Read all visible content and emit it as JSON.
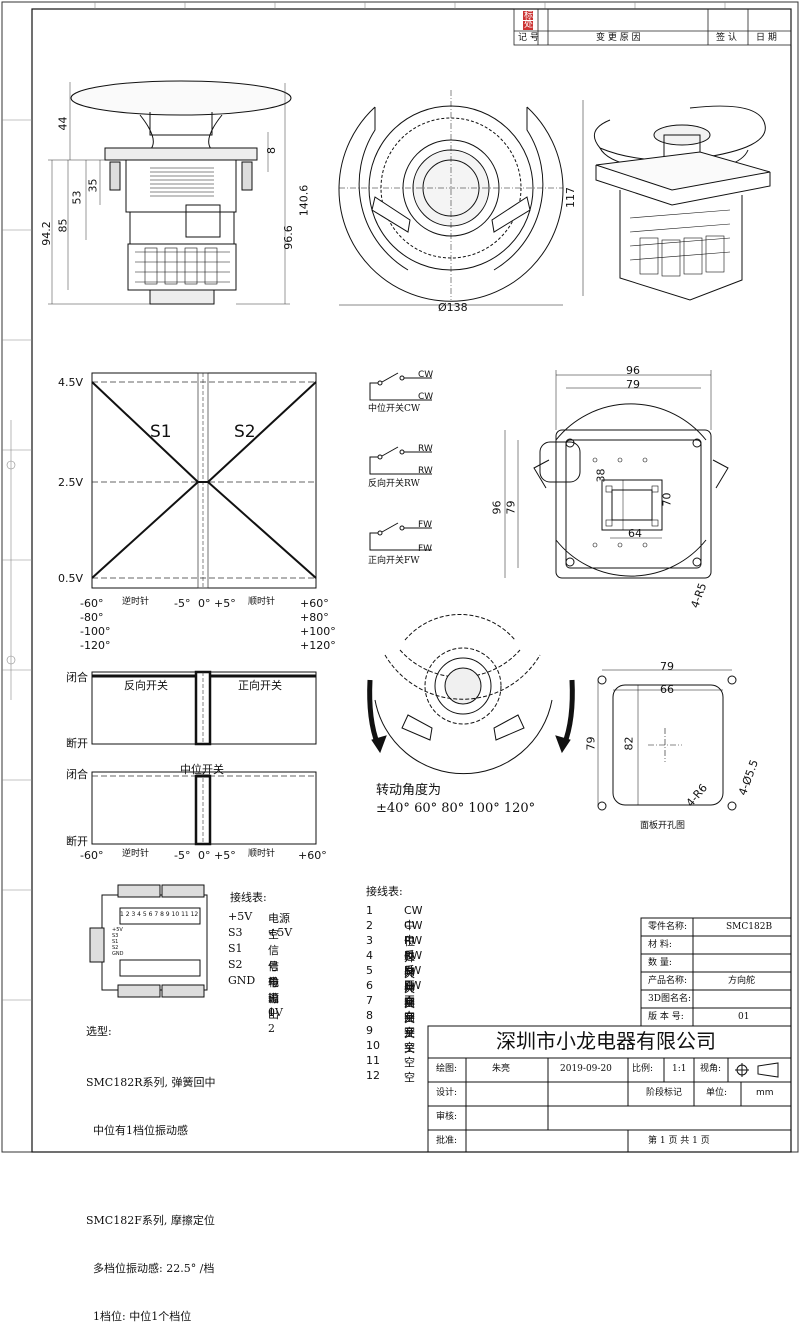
{
  "revision_block": {
    "markers": [
      "标",
      "处"
    ],
    "headers": [
      "记 号",
      "变 更 原 因",
      "签 认",
      "日 期"
    ]
  },
  "top_views": {
    "front_dims": [
      "44",
      "8",
      "35",
      "53",
      "85",
      "94.2",
      "96.6",
      "140.6"
    ],
    "top_dims": [
      "117",
      "Ø138"
    ]
  },
  "voltage_graph": {
    "y_labels": [
      "4.5V",
      "2.5V",
      "0.5V"
    ],
    "series_labels": [
      "S1",
      "S2"
    ],
    "x_left": [
      "-60°",
      "-80°",
      "-100°",
      "-120°"
    ],
    "x_right": [
      "+60°",
      "+80°",
      "+100°",
      "+120°"
    ],
    "x_mid": [
      "-5°",
      "0°",
      "+5°"
    ],
    "ccw_label": "逆时针",
    "cw_label": "顺时针"
  },
  "switch_graph1": {
    "closed": "闭合",
    "open": "断开",
    "left_label": "反向开关",
    "right_label": "正向开关"
  },
  "switch_graph2": {
    "closed": "闭合",
    "open": "断开",
    "center_label": "中位开关",
    "x_labels": [
      "-60°",
      "逆时针",
      "-5°",
      "0°",
      "+5°",
      "顺时针",
      "+60°"
    ]
  },
  "switch_symbols": [
    {
      "tag1": "CW",
      "tag2": "CW",
      "caption": "中位开关CW"
    },
    {
      "tag1": "RW",
      "tag2": "RW",
      "caption": "反向开关RW"
    },
    {
      "tag1": "FW",
      "tag2": "FW",
      "caption": "正向开关FW"
    }
  ],
  "bottom_view": {
    "dims": [
      "96",
      "79",
      "96",
      "79",
      "38",
      "70",
      "64",
      "4-R5"
    ]
  },
  "rotation": {
    "title": "转动角度为",
    "angles": "±40°  60°  80°  100°  120°"
  },
  "panel_cutout": {
    "dims": [
      "79",
      "66",
      "79",
      "82",
      "4-R6",
      "4-Ø5.5"
    ],
    "caption": "面板开孔图"
  },
  "connector": {
    "top_pins": "1 2 3 4 5 6  7 8 9 10 11 12",
    "side_pins": [
      "+5V",
      "S3",
      "S1",
      "S2",
      "GND"
    ]
  },
  "wiring_left": {
    "title": "接线表:",
    "rows": [
      {
        "pin": "+5V",
        "desc": "电源+5V"
      },
      {
        "pin": "S3",
        "desc": "空"
      },
      {
        "pin": "S1",
        "desc": "信号输出1"
      },
      {
        "pin": "S2",
        "desc": "信号输出2"
      },
      {
        "pin": "GND",
        "desc": "电源0V"
      }
    ]
  },
  "wiring_right": {
    "title": "接线表:",
    "rows": [
      {
        "n": "1",
        "desc": "CW 中位开关"
      },
      {
        "n": "2",
        "desc": "CW 中位开关"
      },
      {
        "n": "3",
        "desc": "RW 反向开关"
      },
      {
        "n": "4",
        "desc": "RW 反向开关"
      },
      {
        "n": "5",
        "desc": "FW 正向开关"
      },
      {
        "n": "6",
        "desc": "FW 正向开关"
      },
      {
        "n": "7",
        "desc": "空"
      },
      {
        "n": "8",
        "desc": "空"
      },
      {
        "n": "9",
        "desc": "空"
      },
      {
        "n": "10",
        "desc": "空"
      },
      {
        "n": "11",
        "desc": "空"
      },
      {
        "n": "12",
        "desc": "空"
      }
    ]
  },
  "selection": {
    "title": "选型:",
    "lines": [
      "SMC182R系列, 弹簧回中",
      "  中位有1档位振动感",
      "",
      "SMC182F系列, 摩擦定位",
      "  多档位振动感: 22.5° /档",
      "  1档位: 中位1个档位"
    ]
  },
  "title_block": {
    "rows": [
      {
        "label": "零件名称:",
        "value": "SMC182B"
      },
      {
        "label": "材    料:",
        "value": ""
      },
      {
        "label": "数    量:",
        "value": ""
      },
      {
        "label": "产品名称:",
        "value": "方向舵"
      },
      {
        "label": "3D图名名:",
        "value": ""
      },
      {
        "label": "版 本 号:",
        "value": "01"
      }
    ],
    "company": "深圳市小龙电器有限公司",
    "drawn_label": "绘图:",
    "drawn_by": "朱亮",
    "date": "2019-09-20",
    "scale_label": "比例:",
    "scale": "1:1",
    "view_label": "视角:",
    "design_label": "设计:",
    "stage_label": "阶段标记",
    "unit_label": "单位:",
    "unit": "mm",
    "review_label": "审核:",
    "approve_label": "批准:",
    "page": "第  1  页    共  1  页"
  }
}
